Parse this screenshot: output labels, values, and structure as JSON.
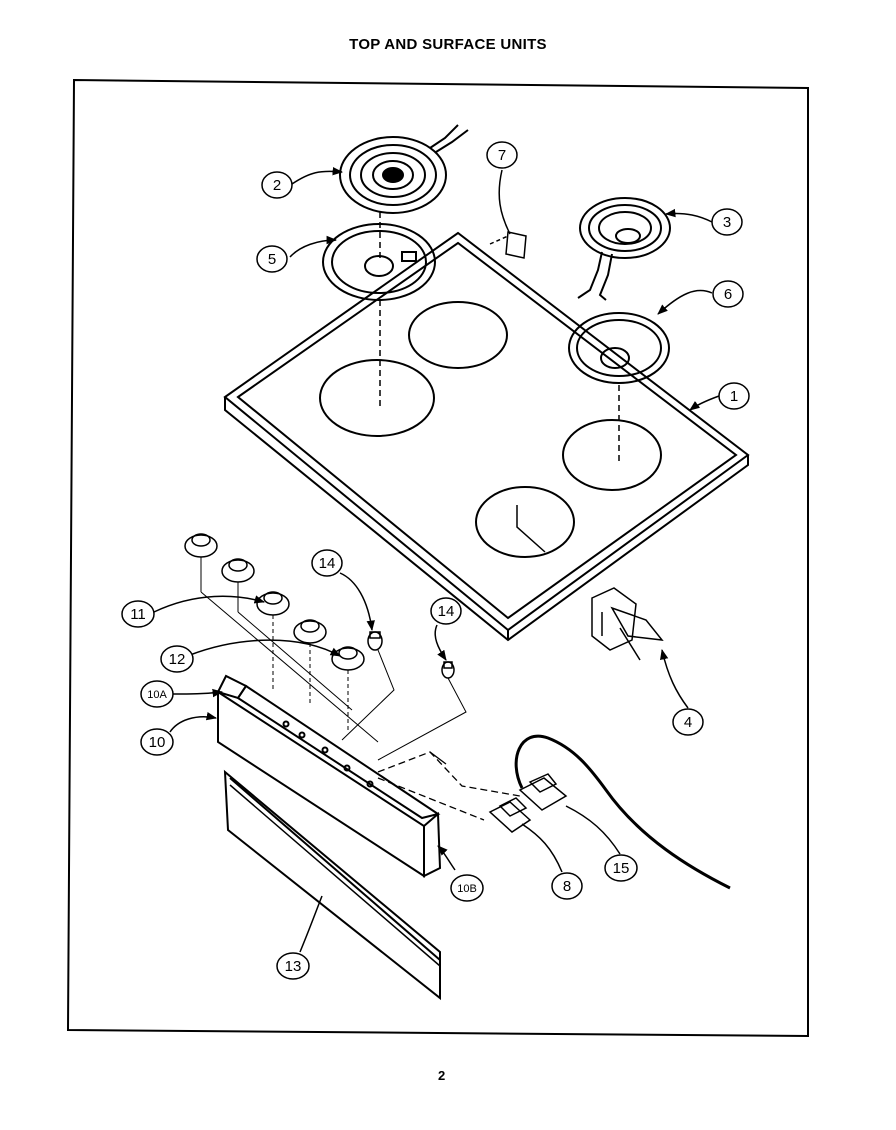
{
  "page_title": "TOP AND SURFACE UNITS",
  "page_number": "2",
  "callouts": {
    "c1": "1",
    "c2": "2",
    "c3": "3",
    "c4": "4",
    "c5": "5",
    "c6": "6",
    "c7": "7",
    "c8": "8",
    "c10": "10",
    "c10a": "10A",
    "c10b": "10B",
    "c11": "11",
    "c12": "12",
    "c13": "13",
    "c14a": "14",
    "c14b": "14",
    "c15": "15"
  }
}
